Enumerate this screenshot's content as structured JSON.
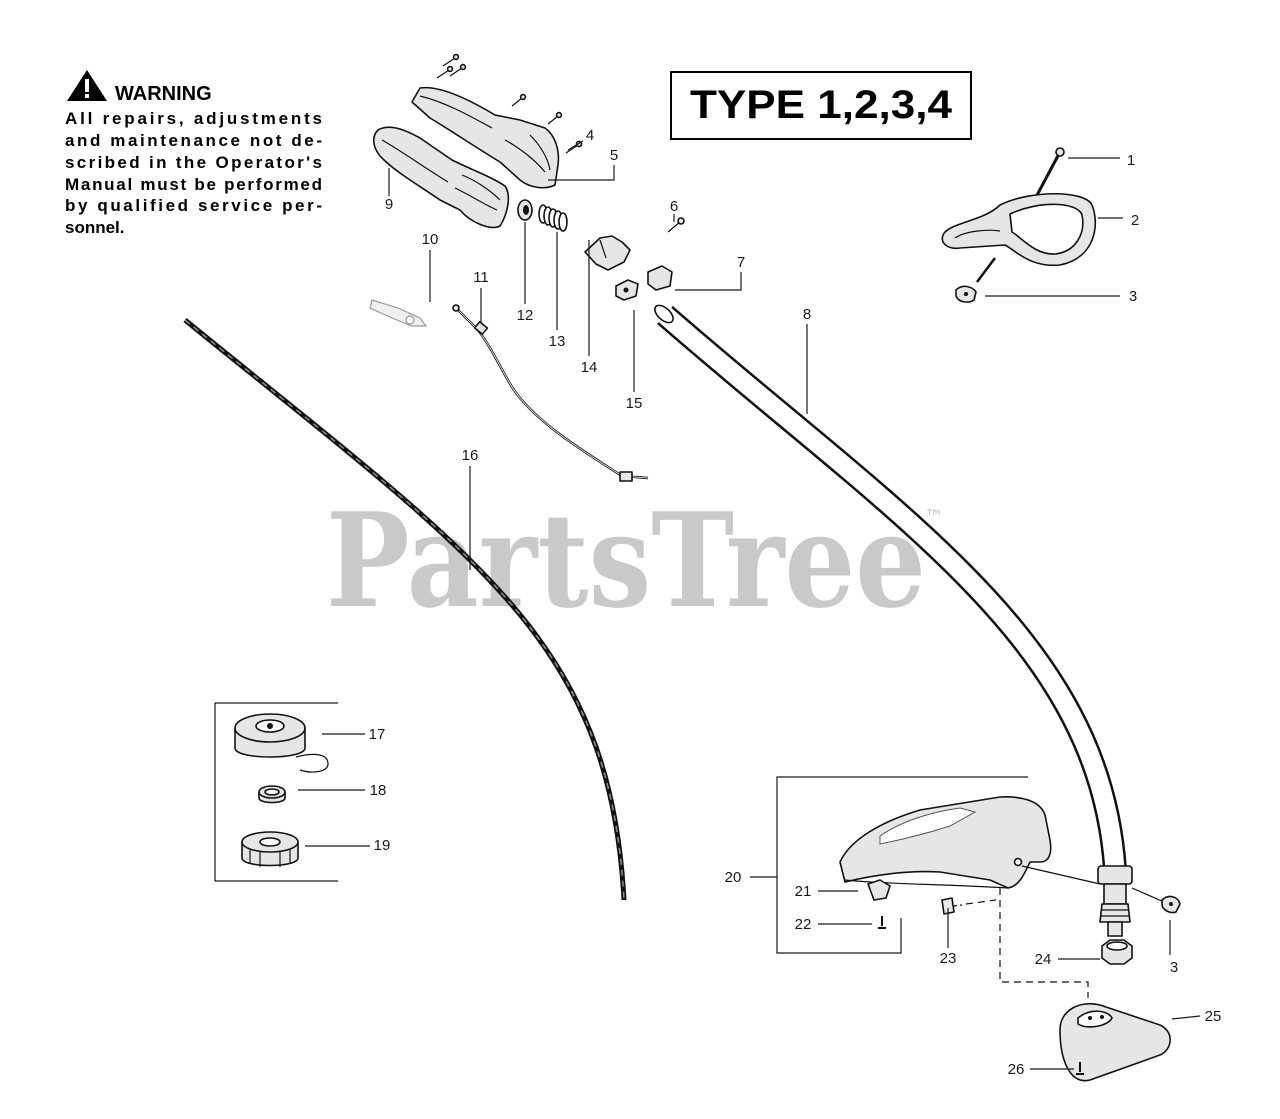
{
  "warning": {
    "icon": "warning-triangle-icon",
    "title": "WARNING",
    "lines": [
      "All repairs, adjustments",
      "and maintenance not de-",
      "scribed in the Operator's",
      "Manual must be performed",
      "by qualified service per-",
      "sonnel."
    ]
  },
  "type_label": "TYPE 1,2,3,4",
  "watermark": {
    "text": "PartsTree",
    "tm": "™"
  },
  "callouts": [
    "1",
    "2",
    "3",
    "4",
    "5",
    "6",
    "7",
    "8",
    "9",
    "10",
    "11",
    "12",
    "13",
    "14",
    "15",
    "16",
    "17",
    "18",
    "19",
    "20",
    "21",
    "22",
    "23",
    "24",
    "25",
    "26",
    "3"
  ]
}
